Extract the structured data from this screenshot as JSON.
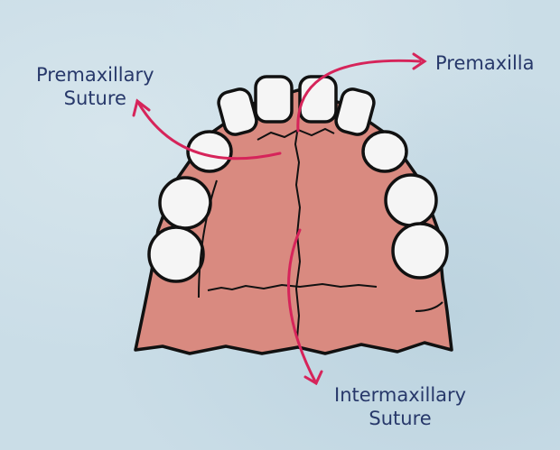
{
  "labels": {
    "premaxillary_suture": [
      "Premaxillary",
      "Suture"
    ],
    "premaxilla": "Premaxilla",
    "intermaxillary_suture": [
      "Intermaxillary",
      "Suture"
    ]
  },
  "colors": {
    "text": "#27386a",
    "arrow": "#d6245a",
    "palate": "#d98a80",
    "background": "#cadde7"
  }
}
